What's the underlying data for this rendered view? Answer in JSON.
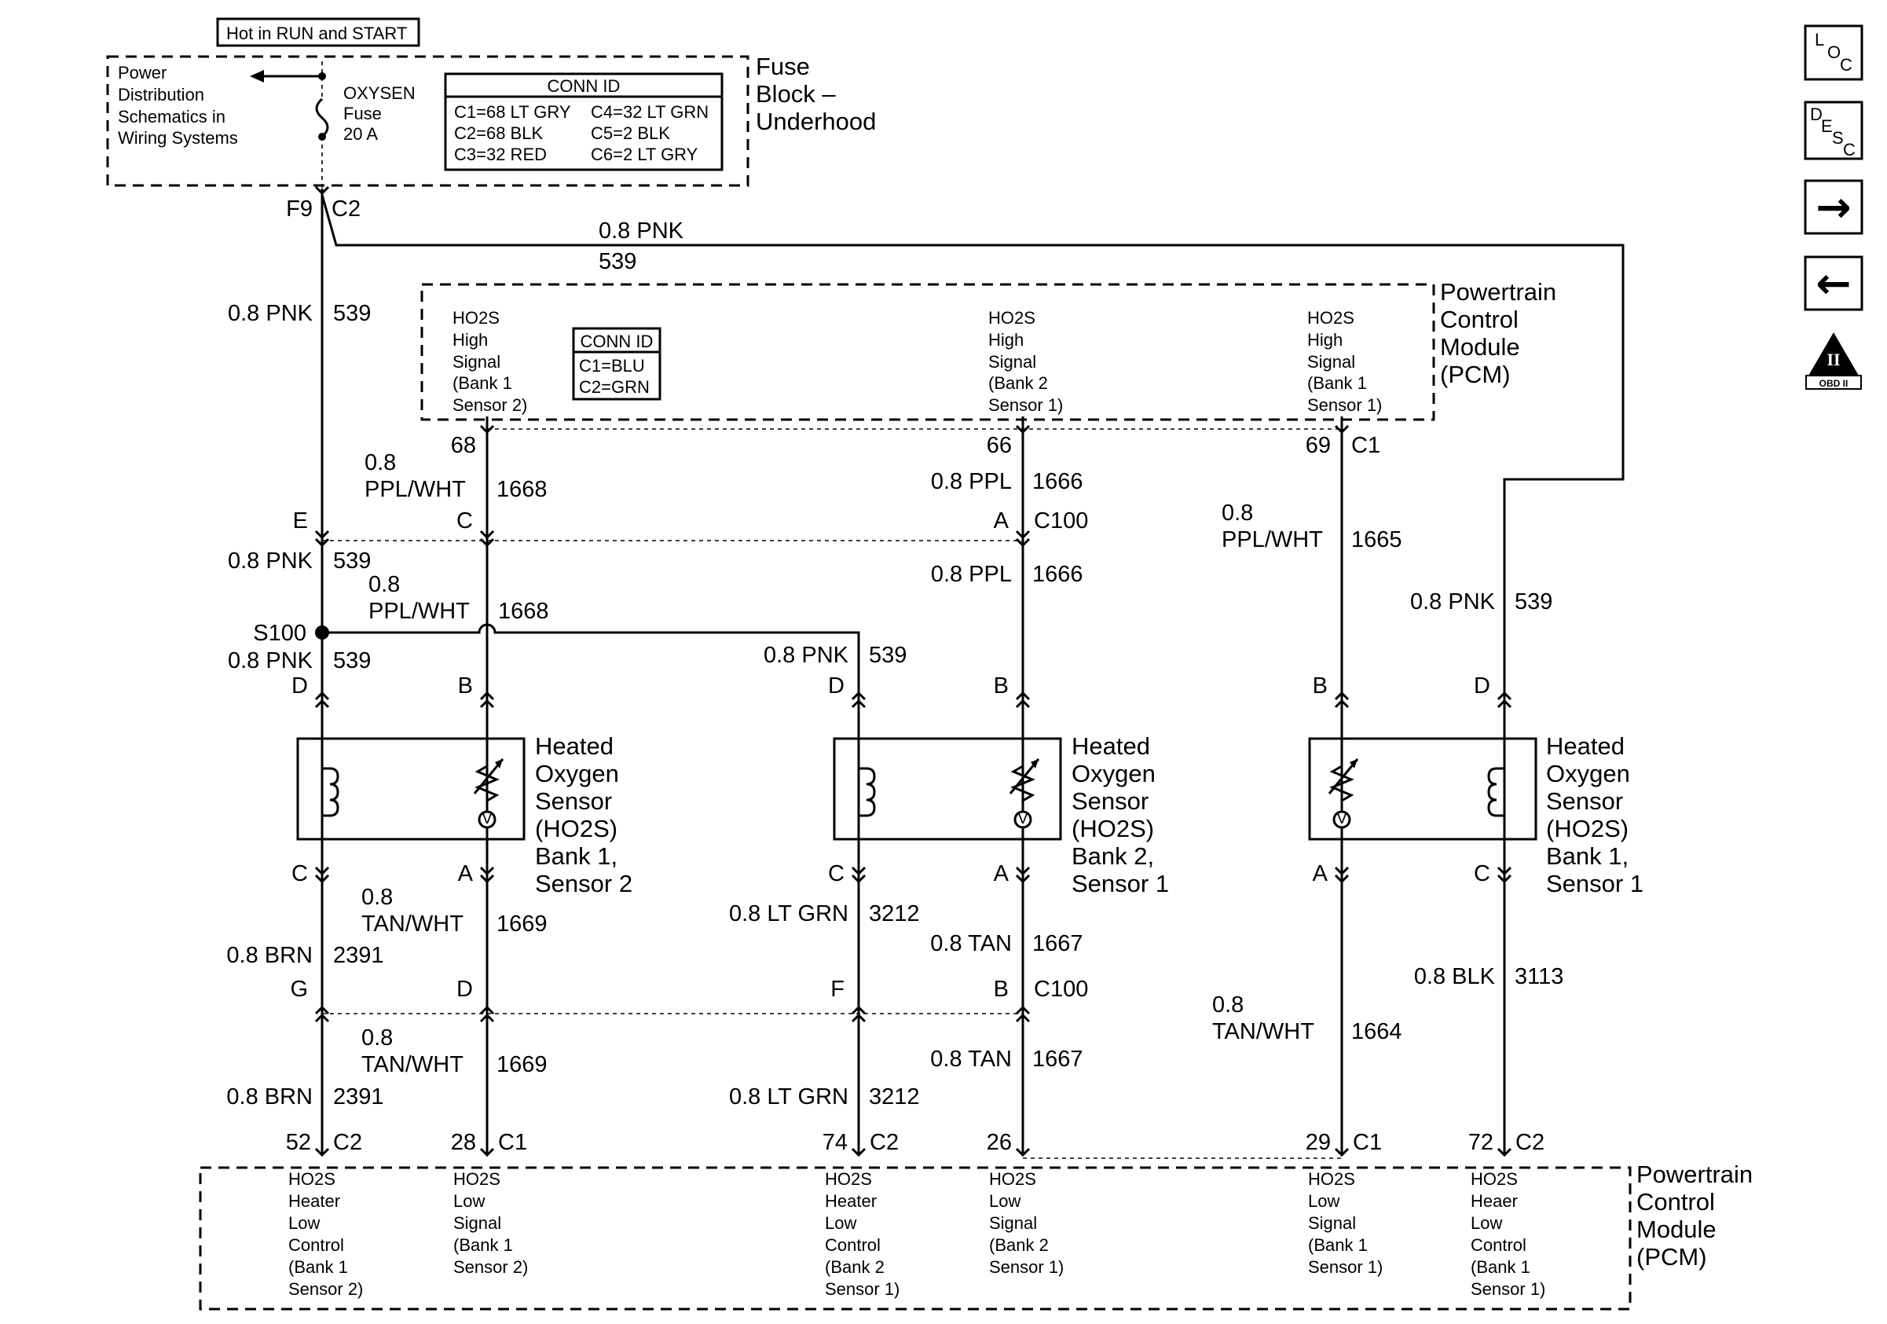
{
  "fuse_block": {
    "hot_label": "Hot in RUN and START",
    "power_note": [
      "Power",
      "Distribution",
      "Schematics in",
      "Wiring Systems"
    ],
    "fuse_name": [
      "OXYSEN",
      "Fuse",
      "20 A"
    ],
    "title": [
      "Fuse",
      "Block –",
      "Underhood"
    ],
    "conn_id_title": "CONN ID",
    "conn_rows": [
      [
        "C1=68 LT GRY",
        "C4=32 LT GRN"
      ],
      [
        "C2=68 BLK",
        "C5=2 BLK"
      ],
      [
        "C3=32 RED",
        "C6=2 LT GRY"
      ]
    ],
    "terminal": "F9",
    "connector": "C2"
  },
  "pcm_top": {
    "title": [
      "Powertrain",
      "Control",
      "Module",
      "(PCM)"
    ],
    "conn_id_title": "CONN ID",
    "conn_rows": [
      "C1=BLU",
      "C2=GRN"
    ],
    "pins": [
      {
        "lines": [
          "HO2S",
          "High",
          "Signal",
          "(Bank 1",
          "Sensor 2)"
        ],
        "pin": "68"
      },
      {
        "lines": [
          "HO2S",
          "High",
          "Signal",
          "(Bank 2",
          "Sensor 1)"
        ],
        "pin": "66"
      },
      {
        "lines": [
          "HO2S",
          "High",
          "Signal",
          "(Bank 1",
          "Sensor 1)"
        ],
        "pin": "69",
        "connector": "C1"
      }
    ]
  },
  "pcm_bottom": {
    "title": [
      "Powertrain",
      "Control",
      "Module",
      "(PCM)"
    ],
    "pins": [
      {
        "lines": [
          "HO2S",
          "Heater",
          "Low",
          "Control",
          "(Bank 1",
          "Sensor 2)"
        ],
        "pin": "52",
        "connector": "C2"
      },
      {
        "lines": [
          "HO2S",
          "Low",
          "Signal",
          "(Bank 1",
          "Sensor 2)"
        ],
        "pin": "28",
        "connector": "C1"
      },
      {
        "lines": [
          "HO2S",
          "Heater",
          "Low",
          "Control",
          "(Bank 2",
          "Sensor 1)"
        ],
        "pin": "74",
        "connector": "C2"
      },
      {
        "lines": [
          "HO2S",
          "Low",
          "Signal",
          "(Bank 2",
          "Sensor 1)"
        ],
        "pin": "26"
      },
      {
        "lines": [
          "HO2S",
          "Low",
          "Signal",
          "(Bank 1",
          "Sensor 1)"
        ],
        "pin": "29",
        "connector": "C1"
      },
      {
        "lines": [
          "HO2S",
          "Heaer",
          "Low",
          "Control",
          "(Bank 1",
          "Sensor 1)"
        ],
        "pin": "72",
        "connector": "C2"
      }
    ]
  },
  "sensors": [
    {
      "name": [
        "Heated",
        "Oxygen",
        "Sensor",
        "(HO2S)",
        "Bank 1,",
        "Sensor 2"
      ],
      "pins": {
        "top_left": "D",
        "top_right": "B",
        "bottom_left": "C",
        "bottom_right": "A"
      }
    },
    {
      "name": [
        "Heated",
        "Oxygen",
        "Sensor",
        "(HO2S)",
        "Bank 2,",
        "Sensor 1"
      ],
      "pins": {
        "top_left": "D",
        "top_right": "B",
        "bottom_left": "C",
        "bottom_right": "A"
      }
    },
    {
      "name": [
        "Heated",
        "Oxygen",
        "Sensor",
        "(HO2S)",
        "Bank 1,",
        "Sensor 1"
      ],
      "pins": {
        "top_left": "B",
        "top_right": "D",
        "bottom_left": "A",
        "bottom_right": "C"
      }
    }
  ],
  "wires": {
    "pwr_top": {
      "gauge": "0.8 PNK",
      "circuit": "539"
    },
    "pwr_to_s1": {
      "gauge": "0.8 PNK",
      "circuit": "539"
    },
    "pwr_trunk": {
      "gauge": "0.8 PNK",
      "circuit": "539"
    },
    "pwr_mid": {
      "gauge": "0.8 PNK",
      "circuit": "539"
    },
    "pwr_s100": {
      "gauge": "0.8 PNK",
      "circuit": "539"
    },
    "pwr_branch": {
      "gauge": "0.8 PNK",
      "circuit": "539"
    },
    "pwr_s3": {
      "gauge": "0.8 PNK",
      "circuit": "539"
    },
    "sig_b1s2_a": {
      "gauge": [
        "0.8",
        "PPL/WHT"
      ],
      "circuit": "1668"
    },
    "sig_b1s2_b": {
      "gauge": [
        "0.8",
        "PPL/WHT"
      ],
      "circuit": "1668"
    },
    "sig_b2s1_a": {
      "gauge": "0.8 PPL",
      "circuit": "1666"
    },
    "sig_b2s1_b": {
      "gauge": "0.8 PPL",
      "circuit": "1666"
    },
    "sig_b1s1": {
      "gauge": [
        "0.8",
        "PPL/WHT"
      ],
      "circuit": "1665"
    },
    "htr_b1s2_a": {
      "gauge": "0.8 BRN",
      "circuit": "2391"
    },
    "htr_b1s2_b": {
      "gauge": "0.8 BRN",
      "circuit": "2391"
    },
    "low_b1s2_a": {
      "gauge": [
        "0.8",
        "TAN/WHT"
      ],
      "circuit": "1669"
    },
    "low_b1s2_b": {
      "gauge": [
        "0.8",
        "TAN/WHT"
      ],
      "circuit": "1669"
    },
    "htr_b2s1_a": {
      "gauge": "0.8 LT GRN",
      "circuit": "3212"
    },
    "htr_b2s1_b": {
      "gauge": "0.8 LT GRN",
      "circuit": "3212"
    },
    "low_b2s1_a": {
      "gauge": "0.8 TAN",
      "circuit": "1667"
    },
    "low_b2s1_b": {
      "gauge": "0.8 TAN",
      "circuit": "1667"
    },
    "low_b1s1": {
      "gauge": [
        "0.8",
        "TAN/WHT"
      ],
      "circuit": "1664"
    },
    "htr_b1s1": {
      "gauge": "0.8 BLK",
      "circuit": "3113"
    }
  },
  "connectors": {
    "c100_top": {
      "name": "C100",
      "pins": [
        "E",
        "C",
        "A"
      ]
    },
    "c100_bottom": {
      "name": "C100",
      "pins": [
        "G",
        "D",
        "F",
        "B"
      ]
    }
  },
  "splice": "S100",
  "nav": {
    "loc": [
      "L",
      "O",
      "C"
    ],
    "desc": [
      "D",
      "E",
      "S",
      "C"
    ],
    "next_glyph": "→",
    "prev_glyph": "←",
    "obd_mark": "II",
    "obd_label": "OBD II"
  }
}
